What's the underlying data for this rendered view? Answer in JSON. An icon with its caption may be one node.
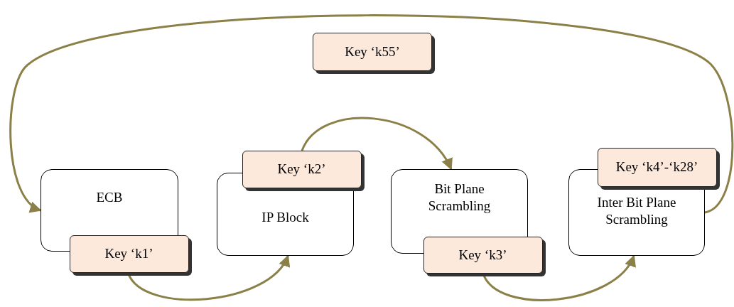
{
  "diagram": {
    "nodes": [
      {
        "text": [
          "Key ‘k55’"
        ]
      },
      {
        "text": [
          "ECB"
        ]
      },
      {
        "text": [
          "Key ‘k1’"
        ]
      },
      {
        "text": [
          "IP Block"
        ]
      },
      {
        "text": [
          "Key ‘k2’"
        ]
      },
      {
        "text": [
          "Bit Plane Scrambling"
        ]
      },
      {
        "text": [
          "Key ‘k3’"
        ]
      },
      {
        "text": [
          "Inter Bit Plane Scrambling"
        ]
      },
      {
        "text": [
          "Key ‘k4’-‘k28’"
        ]
      }
    ],
    "edges": [
      {
        "from": 2,
        "to": 3,
        "arrow": "to"
      },
      {
        "from": 4,
        "to": 5,
        "arrow": "to"
      },
      {
        "from": 6,
        "to": 7,
        "arrow": "to"
      },
      {
        "from": 7,
        "to": 1,
        "arrow": "to"
      }
    ]
  }
}
